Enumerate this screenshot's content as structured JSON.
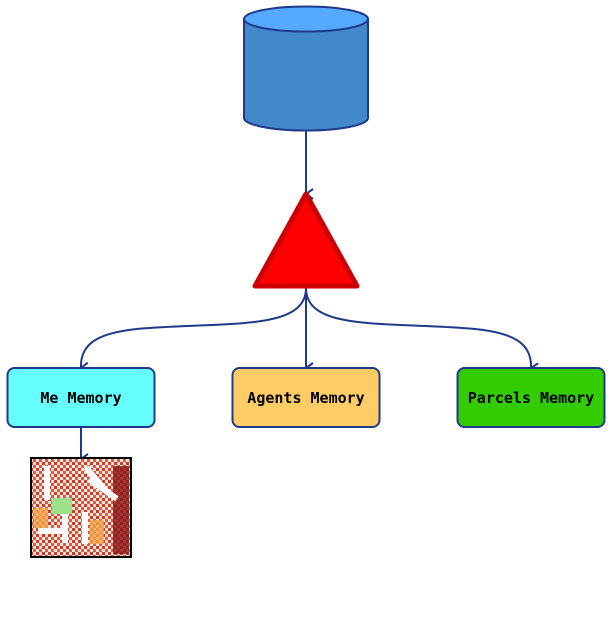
{
  "colors": {
    "edge": "#1f3a8a",
    "database_body": "#4488cc",
    "database_top": "#55aaff",
    "database_stroke": "#1f3a8a",
    "triangle_fill": "#ff0000",
    "triangle_stroke": "#cc0000",
    "me_memory": "#66ffff",
    "agents_memory": "#ffcc66",
    "parcels_memory": "#33cc00",
    "node_stroke": "#1f3a8a"
  },
  "nodes": {
    "database": {
      "shape": "cylinder",
      "icon": "database-icon"
    },
    "router": {
      "shape": "triangle",
      "icon": "triangle-icon"
    },
    "me_memory": {
      "label": "Me Memory"
    },
    "agents_memory": {
      "label": "Agents Memory"
    },
    "parcels_memory": {
      "label": "Parcels Memory"
    },
    "map_image": {
      "icon": "grid-map-icon"
    }
  },
  "edges": [
    {
      "from": "database",
      "to": "router"
    },
    {
      "from": "router",
      "to": "me_memory"
    },
    {
      "from": "router",
      "to": "agents_memory"
    },
    {
      "from": "router",
      "to": "parcels_memory"
    },
    {
      "from": "me_memory",
      "to": "map_image"
    }
  ]
}
